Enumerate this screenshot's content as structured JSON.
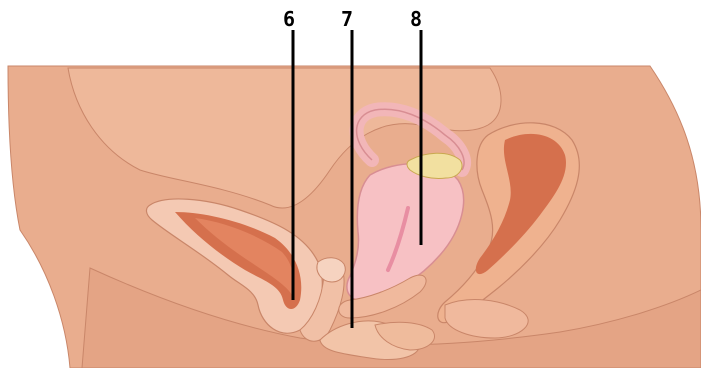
{
  "labels": {
    "six": "6",
    "seven": "7",
    "eight": "8"
  },
  "colors": {
    "background": "#ffffff",
    "body_outer": "#e9ad8e",
    "body_inner": "#efbb9c",
    "tissue_pale": "#f4c9b3",
    "organ_pink": "#f7c1c4",
    "organ_pink_dark": "#e88ea2",
    "muscle_orange": "#d5704d",
    "muscle_deep": "#cc6a45",
    "ovary_yellow": "#f2e0a0",
    "outline": "#c98669",
    "callout_line": "#000000"
  }
}
